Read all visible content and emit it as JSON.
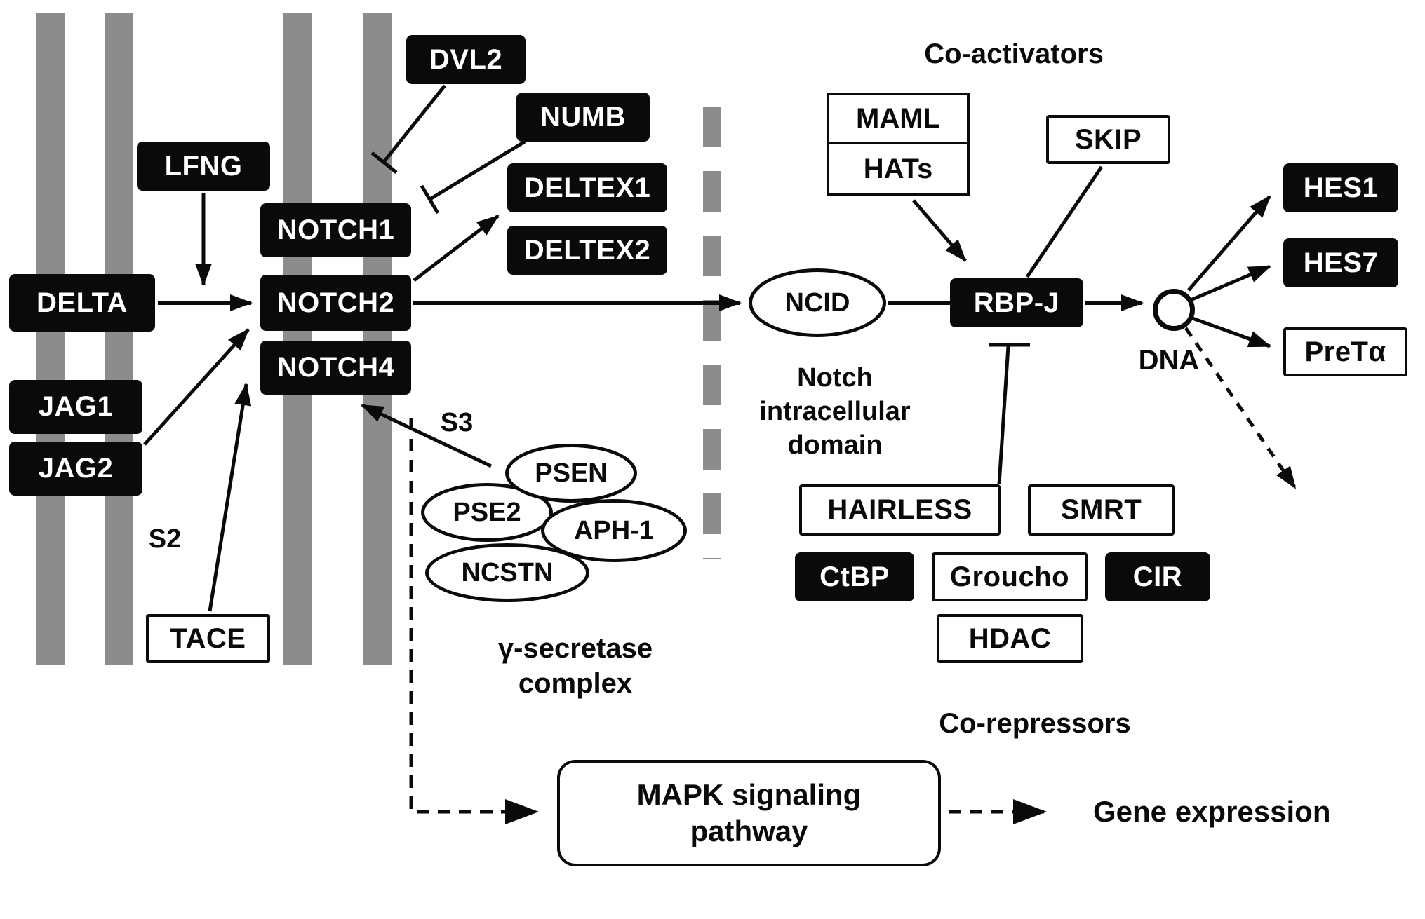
{
  "colors": {
    "node_black": "#0a0a0a",
    "node_white": "#ffffff",
    "membrane_gray": "#8c8c8c",
    "line_black": "#0a0a0a"
  },
  "nodes": {
    "delta": "DELTA",
    "jag1": "JAG1",
    "jag2": "JAG2",
    "lfng": "LFNG",
    "notch1": "NOTCH1",
    "notch2": "NOTCH2",
    "notch4": "NOTCH4",
    "dvl2": "DVL2",
    "numb": "NUMB",
    "deltex1": "DELTEX1",
    "deltex2": "DELTEX2",
    "tace": "TACE",
    "psen": "PSEN",
    "pse2": "PSE2",
    "aph1": "APH-1",
    "ncstn": "NCSTN",
    "ncid": "NCID",
    "maml": "MAML",
    "hats": "HATs",
    "skip": "SKIP",
    "rbpj": "RBP-J",
    "hairless": "HAIRLESS",
    "smrt": "SMRT",
    "ctbp": "CtBP",
    "groucho": "Groucho",
    "cir": "CIR",
    "hdac": "HDAC",
    "hes1": "HES1",
    "hes7": "HES7",
    "preta": "PreTα",
    "mapk": "MAPK signaling pathway"
  },
  "labels": {
    "s2": "S2",
    "s3": "S3",
    "coactivators": "Co-activators",
    "corepressors": "Co-repressors",
    "ncid_caption": "Notch intracellular domain",
    "gamma_line1": "γ-secretase",
    "gamma_line2": "complex",
    "dna": "DNA",
    "gene_expression": "Gene expression"
  }
}
